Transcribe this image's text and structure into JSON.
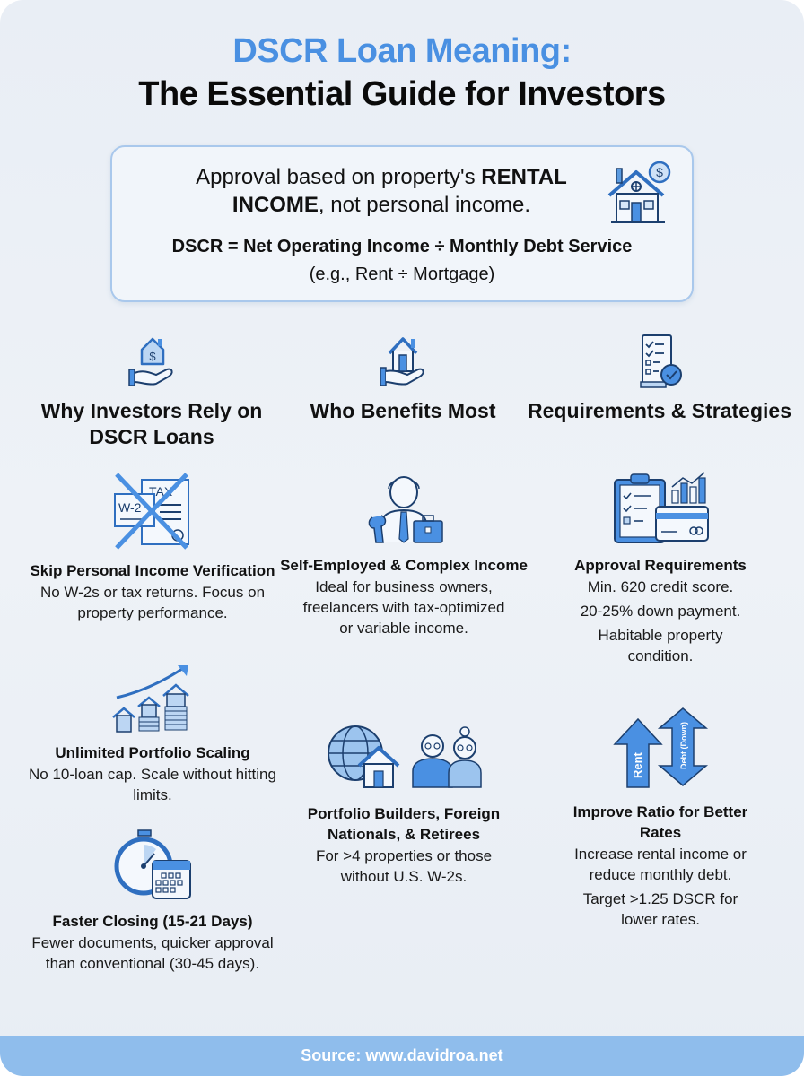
{
  "header": {
    "title_line1": "DSCR Loan Meaning:",
    "title_line2": "The Essential Guide for Investors",
    "accent_color": "#4a90e2"
  },
  "callout": {
    "text_pre": "Approval based on property's ",
    "text_bold1": "RENTAL INCOME",
    "text_post": ", not personal income.",
    "formula": "DSCR = Net Operating Income ÷ Monthly Debt Service",
    "example": "(e.g., Rent ÷ Mortgage)",
    "icon": "house-dollar-icon"
  },
  "columns": [
    {
      "heading": "Why Investors Rely on DSCR Loans",
      "icon": "hand-house-dollar-icon",
      "items": [
        {
          "icon": "crossed-tax-documents-icon",
          "title": "Skip Personal Income Verification",
          "desc": [
            "No W-2s or tax returns. Focus on property performance."
          ]
        },
        {
          "icon": "growing-houses-icon",
          "title": "Unlimited Portfolio Scaling",
          "desc": [
            "No 10-loan cap. Scale without hitting limits."
          ]
        },
        {
          "icon": "stopwatch-calendar-icon",
          "title": "Faster Closing (15-21 Days)",
          "desc": [
            "Fewer documents, quicker approval than conventional (30-45 days)."
          ]
        }
      ]
    },
    {
      "heading": "Who Benefits Most",
      "icon": "hand-house-icon",
      "items": [
        {
          "icon": "self-employed-person-icon",
          "title": "Self-Employed & Complex Income",
          "desc": [
            "Ideal for business owners, freelancers with tax-optimized or variable income."
          ]
        },
        {
          "icon": "globe-house-retirees-icon",
          "title": "Portfolio Builders, Foreign Nationals, & Retirees",
          "desc": [
            "For >4 properties or those without U.S. W-2s."
          ]
        }
      ]
    },
    {
      "heading": "Requirements & Strategies",
      "icon": "checklist-approved-icon",
      "items": [
        {
          "icon": "clipboard-credit-card-chart-icon",
          "title": "Approval Requirements",
          "desc": [
            "Min. 620 credit score.",
            "20-25% down payment.",
            "Habitable property condition."
          ]
        },
        {
          "icon": "rent-up-debt-down-arrows-icon",
          "title": "Improve Ratio for Better Rates",
          "desc": [
            "Increase rental income or reduce monthly debt.",
            "Target >1.25 DSCR for lower rates."
          ],
          "arrow_labels": [
            "Rent",
            "Debt (Down)"
          ]
        }
      ]
    }
  ],
  "footer": {
    "source": "Source: www.davidroa.net"
  }
}
